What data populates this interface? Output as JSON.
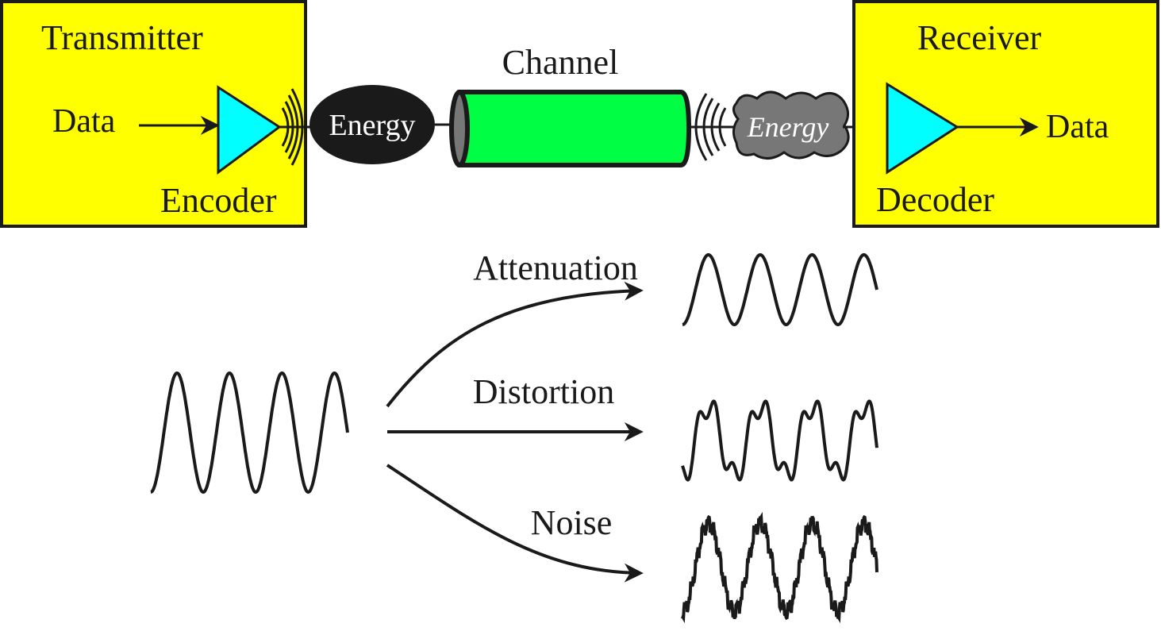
{
  "transmitter": {
    "title": "Transmitter",
    "input_label": "Data",
    "encoder_label": "Encoder"
  },
  "energy_sent": "Energy",
  "channel": {
    "label": "Channel"
  },
  "energy_received": "Energy",
  "receiver": {
    "title": "Receiver",
    "output_label": "Data",
    "decoder_label": "Decoder"
  },
  "impairments": [
    {
      "label": "Attenuation"
    },
    {
      "label": "Distortion"
    },
    {
      "label": "Noise"
    }
  ],
  "colors": {
    "box_fill": "#ffff00",
    "amplifier_fill": "#00ffff",
    "channel_fill": "#00ff44",
    "energy_sent_fill": "#1a1a1a",
    "energy_received_fill": "#777777",
    "stroke": "#1a1a1a"
  }
}
